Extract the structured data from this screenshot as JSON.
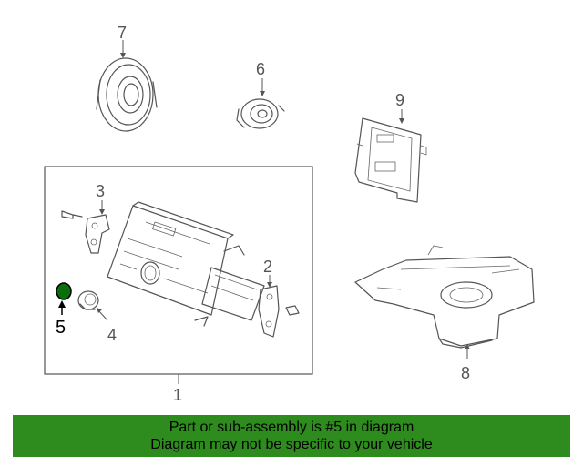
{
  "callouts": {
    "p1": "1",
    "p2": "2",
    "p3": "3",
    "p4": "4",
    "p5": "5",
    "p6": "6",
    "p7": "7",
    "p8": "8",
    "p9": "9"
  },
  "highlight_color": "#0a6e0a",
  "banner": {
    "line1": "Part or sub-assembly is #5 in diagram",
    "line2": "Diagram may not be specific to your vehicle",
    "background": "#2e8b1e"
  }
}
